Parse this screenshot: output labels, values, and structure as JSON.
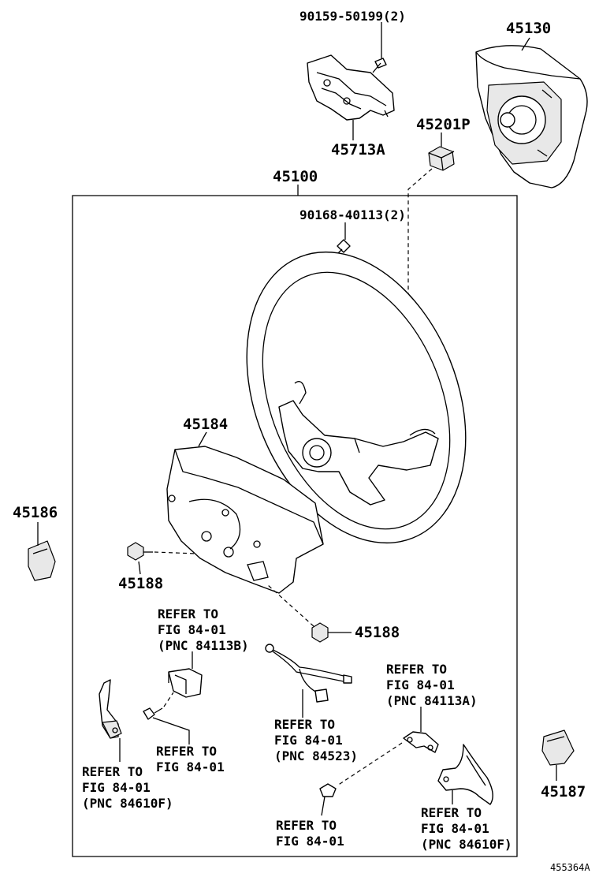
{
  "labels": {
    "p90159": "90159-50199(2)",
    "p45130": "45130",
    "p45713a": "45713A",
    "p45201p": "45201P",
    "p45100": "45100",
    "p90168": "90168-40113(2)",
    "p45184": "45184",
    "p45186": "45186",
    "p45188a": "45188",
    "p45188b": "45188",
    "p45187": "45187",
    "ref_84113b": [
      "REFER TO",
      "FIG 84-01",
      "(PNC 84113B)"
    ],
    "ref_fig_mid": [
      "REFER TO",
      "FIG 84-01"
    ],
    "ref_84523": [
      "REFER TO",
      "FIG 84-01",
      "(PNC 84523)"
    ],
    "ref_84113a": [
      "REFER TO",
      "FIG 84-01",
      "(PNC 84113A)"
    ],
    "ref_84610f_left": [
      "REFER TO",
      "FIG 84-01",
      "(PNC 84610F)"
    ],
    "ref_fig_bottom": [
      "REFER TO",
      "FIG 84-01"
    ],
    "ref_84610f_right": [
      "REFER TO",
      "FIG 84-01",
      "(PNC 84610F)"
    ],
    "figure_id": "455364A"
  }
}
